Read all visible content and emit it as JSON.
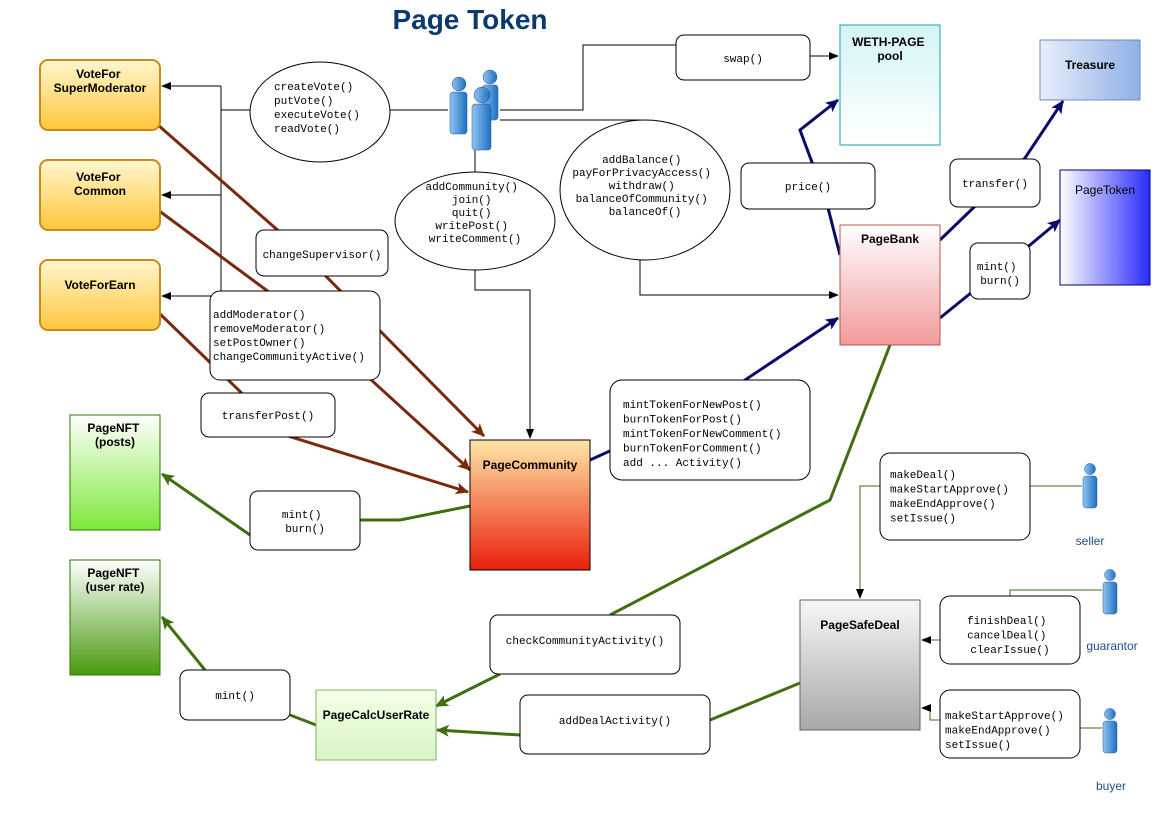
{
  "title": "Page Token",
  "colors": {
    "navy_arrow": "#0a0a6b",
    "brown_arrow": "#7a2a0a",
    "green_arrow": "#3f6f10",
    "title": "#0b3a6e"
  },
  "nodes": {
    "vote_super": [
      "VoteFor",
      "SuperModerator"
    ],
    "vote_common": [
      "VoteFor",
      "Common"
    ],
    "vote_earn": [
      "VoteForEarn"
    ],
    "weth_pool": [
      "WETH-PAGE",
      "pool"
    ],
    "treasure": [
      "Treasure"
    ],
    "page_token": [
      "PageToken"
    ],
    "page_bank": [
      "PageBank"
    ],
    "page_community": [
      "PageCommunity"
    ],
    "nft_posts": [
      "PageNFT",
      "(posts)"
    ],
    "nft_rate": [
      "PageNFT",
      "(user rate)"
    ],
    "calc_user_rate": [
      "PageCalcUserRate"
    ],
    "safe_deal": [
      "PageSafeDeal"
    ]
  },
  "labels": {
    "votes": [
      "createVote()",
      "putVote()",
      "executeVote()",
      "readVote()"
    ],
    "community": [
      "addCommunity()",
      "join()",
      "quit()",
      "writePost()",
      "writeComment()"
    ],
    "bank_calls": [
      "addBalance()",
      "payForPrivacyAccess()",
      "withdraw()",
      "balanceOfCommunity()",
      "balanceOf()"
    ],
    "swap": [
      "swap()"
    ],
    "price": [
      "price()"
    ],
    "transfer": [
      "transfer()"
    ],
    "mint_burn_token": [
      "mint()",
      "burn()"
    ],
    "change_supervisor": [
      "changeSupervisor()"
    ],
    "moderator": [
      "addModerator()",
      "removeModerator()",
      "setPostOwner()",
      "changeCommunityActive()"
    ],
    "transfer_post": [
      "transferPost()"
    ],
    "token_activity": [
      "mintTokenForNewPost()",
      "burnTokenForPost()",
      "mintTokenForNewComment()",
      "burnTokenForComment()",
      "add ... Activity()"
    ],
    "mint_burn_nft": [
      "mint()",
      "burn()"
    ],
    "mint_rate": [
      "mint()"
    ],
    "check_activity": [
      "checkCommunityActivity()"
    ],
    "deal_activity": [
      "addDealActivity()"
    ],
    "seller_calls": [
      "makeDeal()",
      "makeStartApprove()",
      "makeEndApprove()",
      "setIssue()"
    ],
    "guarantor_calls": [
      "finishDeal()",
      "cancelDeal()",
      "clearIssue()"
    ],
    "buyer_calls": [
      "makeStartApprove()",
      "makeEndApprove()",
      "setIssue()"
    ]
  },
  "actors": {
    "seller": "seller",
    "guarantor": "guarantor",
    "buyer": "buyer"
  }
}
